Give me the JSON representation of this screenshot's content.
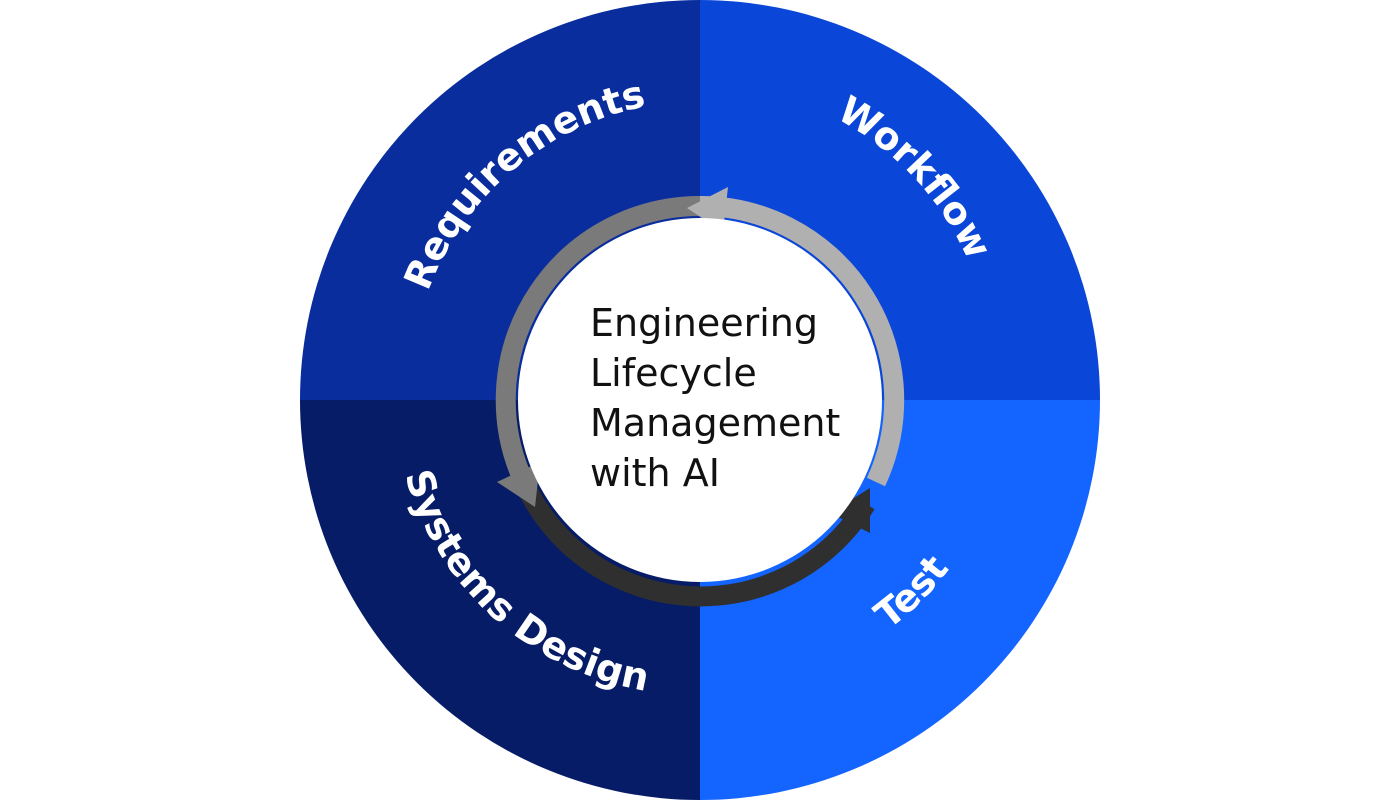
{
  "diagram": {
    "center_title_lines": [
      "Engineering",
      "Lifecycle",
      "Management",
      "with AI"
    ],
    "quadrants": [
      {
        "key": "requirements",
        "label": "Requirements",
        "color": "#0a2d9e"
      },
      {
        "key": "workflow",
        "label": "Workflow",
        "color": "#0a46d8"
      },
      {
        "key": "test",
        "label": "Test",
        "color": "#1465ff"
      },
      {
        "key": "systems_design",
        "label": "Systems Design",
        "color": "#071c66"
      }
    ],
    "cycle_ring": {
      "color_light": "#b0b0b0",
      "color_mid": "#7a7a7a",
      "color_dark": "#2f2f2f"
    },
    "center_color": "#ffffff"
  }
}
